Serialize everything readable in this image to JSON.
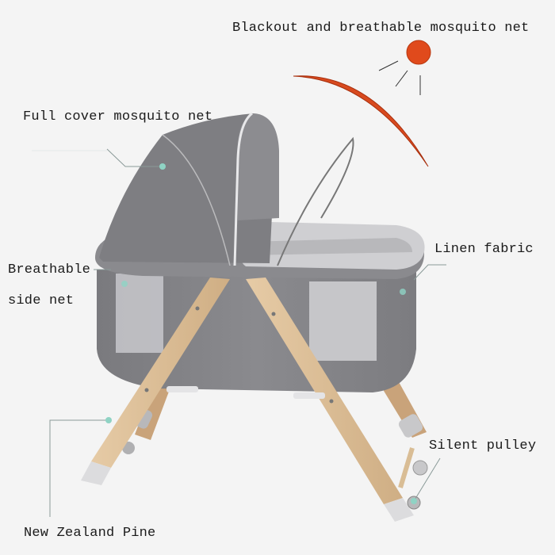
{
  "product": {
    "type": "baby bassinet / crib infographic"
  },
  "labels": {
    "blackout_net": "Blackout and breathable mosquito net",
    "full_cover_net": "Full cover mosquito net",
    "breathable_side_net_line1": "Breathable",
    "breathable_side_net_line2": "side net",
    "linen_fabric": "Linen fabric",
    "silent_pulley": "Silent pulley",
    "new_zealand_pine": "New Zealand Pine"
  },
  "icons": {
    "sun": "sun-icon",
    "arc": "shade-arc"
  },
  "colors": {
    "background": "#f4f4f4",
    "sun": "#e04a1c",
    "arc": "#d84a1f",
    "fabric": "#808084",
    "fabric_dark": "#6e6e72",
    "mesh": "#cfcfd2",
    "wood": "#dcbf98",
    "metal": "#d6d6d8",
    "callout_line": "#8a9a98",
    "callout_dot": "#8fd3c4",
    "text": "#1a1a1a"
  }
}
